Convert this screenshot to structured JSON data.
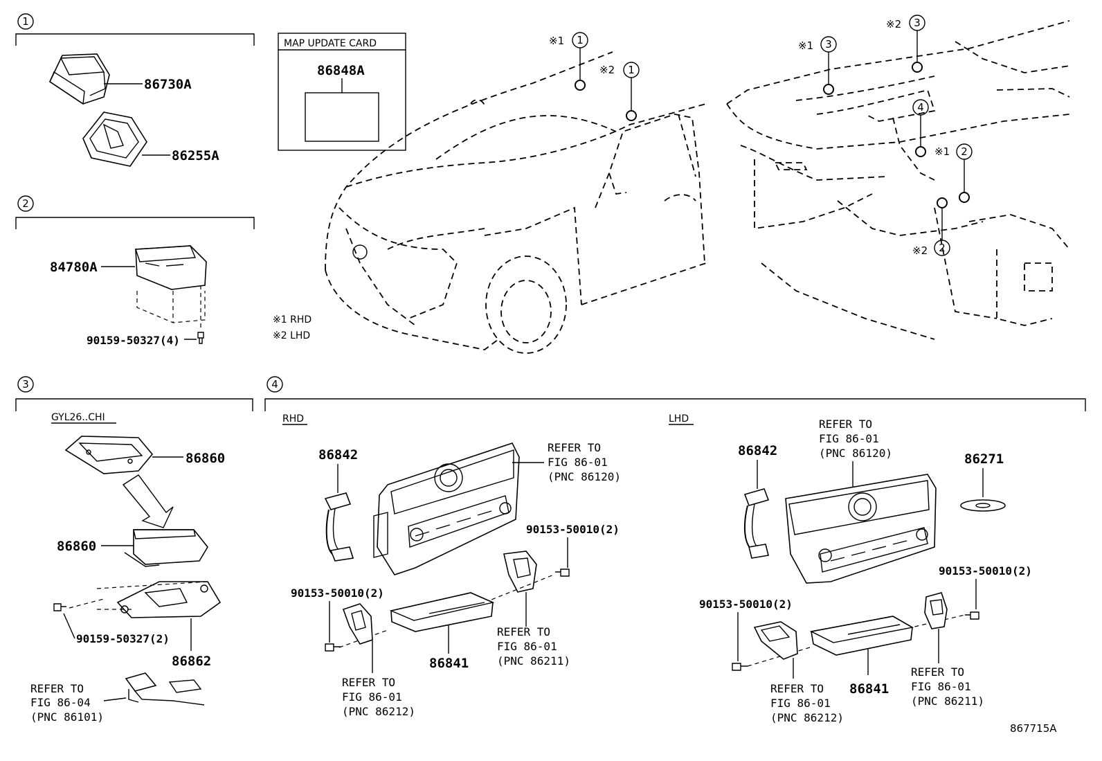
{
  "sections": {
    "s1": {
      "num": "1"
    },
    "s2": {
      "num": "2"
    },
    "s3": {
      "num": "3",
      "sub": "GYL26..CHI"
    },
    "s4": {
      "num": "4",
      "rhd": "RHD",
      "lhd": "LHD"
    }
  },
  "parts": {
    "p86730A": "86730A",
    "p86255A": "86255A",
    "p84780A": "84780A",
    "p90159_4": "90159-50327(4)",
    "p86860a": "86860",
    "p86860b": "86860",
    "p90159_2": "90159-50327(2)",
    "p86862": "86862",
    "p86842r": "86842",
    "p86841r": "86841",
    "p90153_r1": "90153-50010(2)",
    "p90153_r2": "90153-50010(2)",
    "p86842l": "86842",
    "p86841l": "86841",
    "p86271": "86271",
    "p90153_l1": "90153-50010(2)",
    "p90153_l2": "90153-50010(2)",
    "p86848A": "86848A"
  },
  "mapcard": {
    "title": "MAP UPDATE CARD"
  },
  "legend": {
    "rhd": "※1 RHD",
    "lhd": "※2 LHD"
  },
  "markers": {
    "m1": "※1",
    "m1n": "1",
    "m2": "※2",
    "m2n": "1",
    "m3": "※1",
    "m3n": "3",
    "m4": "※2",
    "m4n": "3",
    "m5n": "4",
    "m6": "※1",
    "m6n": "2",
    "m7": "※2",
    "m7n": "2"
  },
  "refs": {
    "r1": [
      "REFER TO",
      "FIG 86-04",
      "(PNC 86101)"
    ],
    "r2": [
      "REFER TO",
      "FIG 86-01",
      "(PNC 86120)"
    ],
    "r3": [
      "REFER TO",
      "FIG 86-01",
      "(PNC 86211)"
    ],
    "r4": [
      "REFER TO",
      "FIG 86-01",
      "(PNC 86212)"
    ],
    "r5": [
      "REFER TO",
      "FIG 86-01",
      "(PNC 86120)"
    ],
    "r6": [
      "REFER TO",
      "FIG 86-01",
      "(PNC 86212)"
    ],
    "r7": [
      "REFER TO",
      "FIG 86-01",
      "(PNC 86211)"
    ]
  },
  "figure_id": "867715A"
}
